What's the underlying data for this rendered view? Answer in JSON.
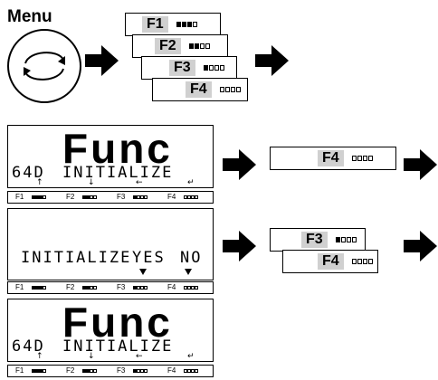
{
  "menu": {
    "label": "Menu",
    "icon": "rotate-arrows-icon"
  },
  "stack_cards": [
    {
      "label": "F1",
      "squares": [
        1,
        1,
        1,
        0
      ]
    },
    {
      "label": "F2",
      "squares": [
        1,
        1,
        0,
        0
      ]
    },
    {
      "label": "F3",
      "squares": [
        1,
        0,
        0,
        0
      ]
    },
    {
      "label": "F4",
      "squares": [
        0,
        0,
        0,
        0
      ]
    }
  ],
  "screen1": {
    "big_text": "Func",
    "code": "64D",
    "text": "INITIALIZE",
    "indicators": [
      "↑",
      "↓",
      "←",
      "↵"
    ]
  },
  "screen2": {
    "text": "INITIALIZE",
    "yes": "YES",
    "no": "NO"
  },
  "screen3": {
    "big_text": "Func",
    "code": "64D",
    "text": "INITIALIZE",
    "indicators": [
      "↑",
      "↓",
      "←",
      "↵"
    ]
  },
  "keybar_keys": [
    {
      "label": "F1",
      "squares": [
        1,
        1,
        1,
        0
      ]
    },
    {
      "label": "F2",
      "squares": [
        1,
        1,
        0,
        0
      ]
    },
    {
      "label": "F3",
      "squares": [
        1,
        0,
        0,
        0
      ]
    },
    {
      "label": "F4",
      "squares": [
        0,
        0,
        0,
        0
      ]
    }
  ],
  "single_card": {
    "label": "F4",
    "squares": [
      0,
      0,
      0,
      0
    ]
  },
  "pair_cards": [
    {
      "label": "F3",
      "squares": [
        1,
        0,
        0,
        0
      ]
    },
    {
      "label": "F4",
      "squares": [
        0,
        0,
        0,
        0
      ]
    }
  ]
}
